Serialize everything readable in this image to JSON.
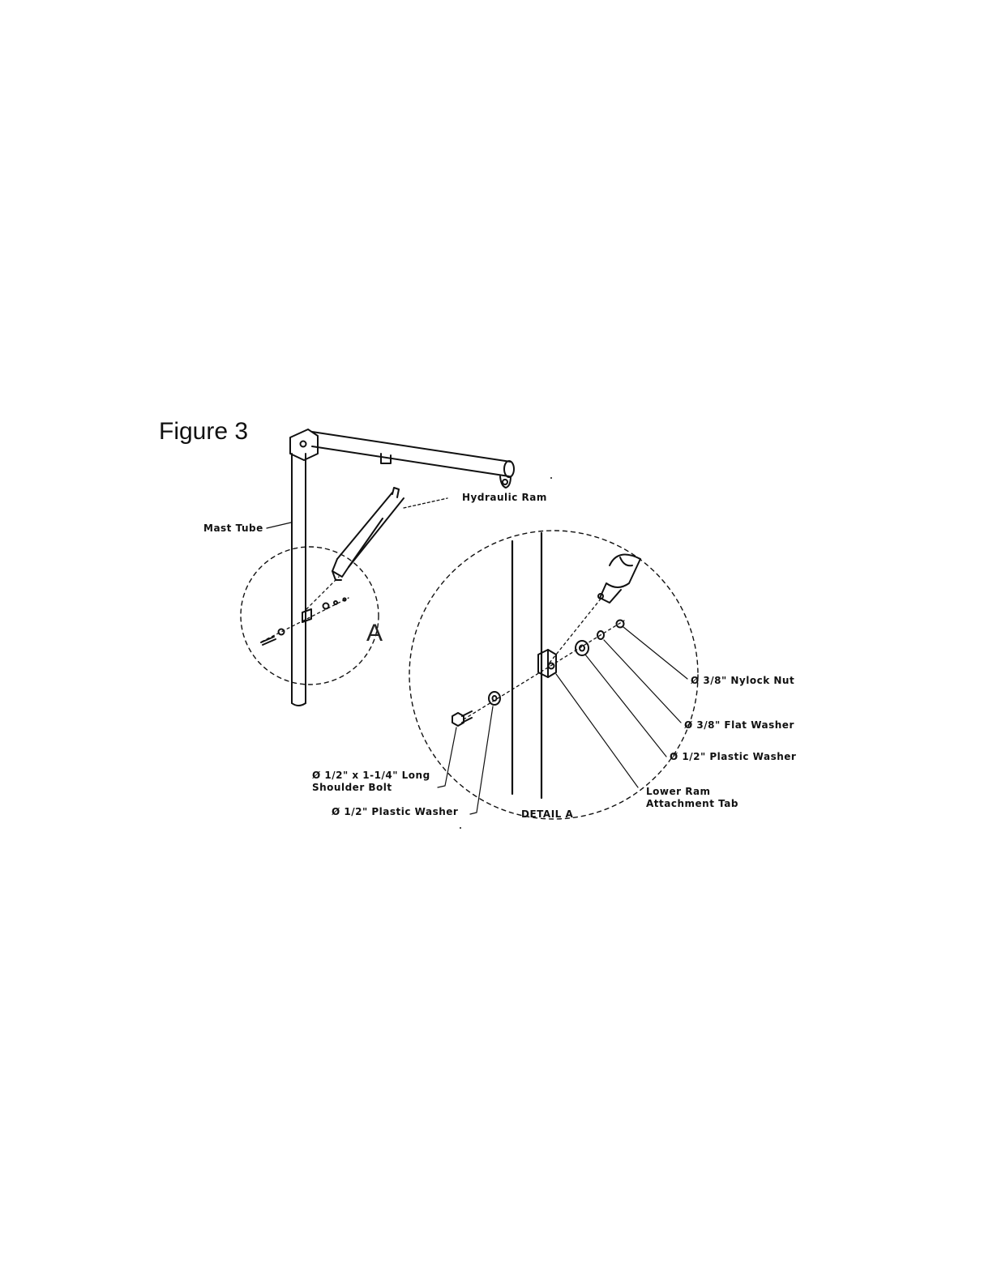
{
  "figure_title": "Figure 3",
  "labels": {
    "hydraulic_ram": "Hydraulic Ram",
    "mast_tube": "Mast Tube",
    "detail_callout": "A",
    "nylock_nut": "Ø 3/8\" Nylock Nut",
    "flat_washer": "Ø 3/8\" Flat Washer",
    "plastic_washer_right": "Ø 1/2\" Plastic Washer",
    "lower_ram_tab_line1": "Lower Ram",
    "lower_ram_tab_line2": "Attachment Tab",
    "shoulder_bolt_line1": "Ø 1/2\" x 1-1/4\" Long",
    "shoulder_bolt_line2": "Shoulder Bolt",
    "plastic_washer_left": "Ø 1/2\" Plastic Washer",
    "detail_caption": "DETAIL A"
  }
}
